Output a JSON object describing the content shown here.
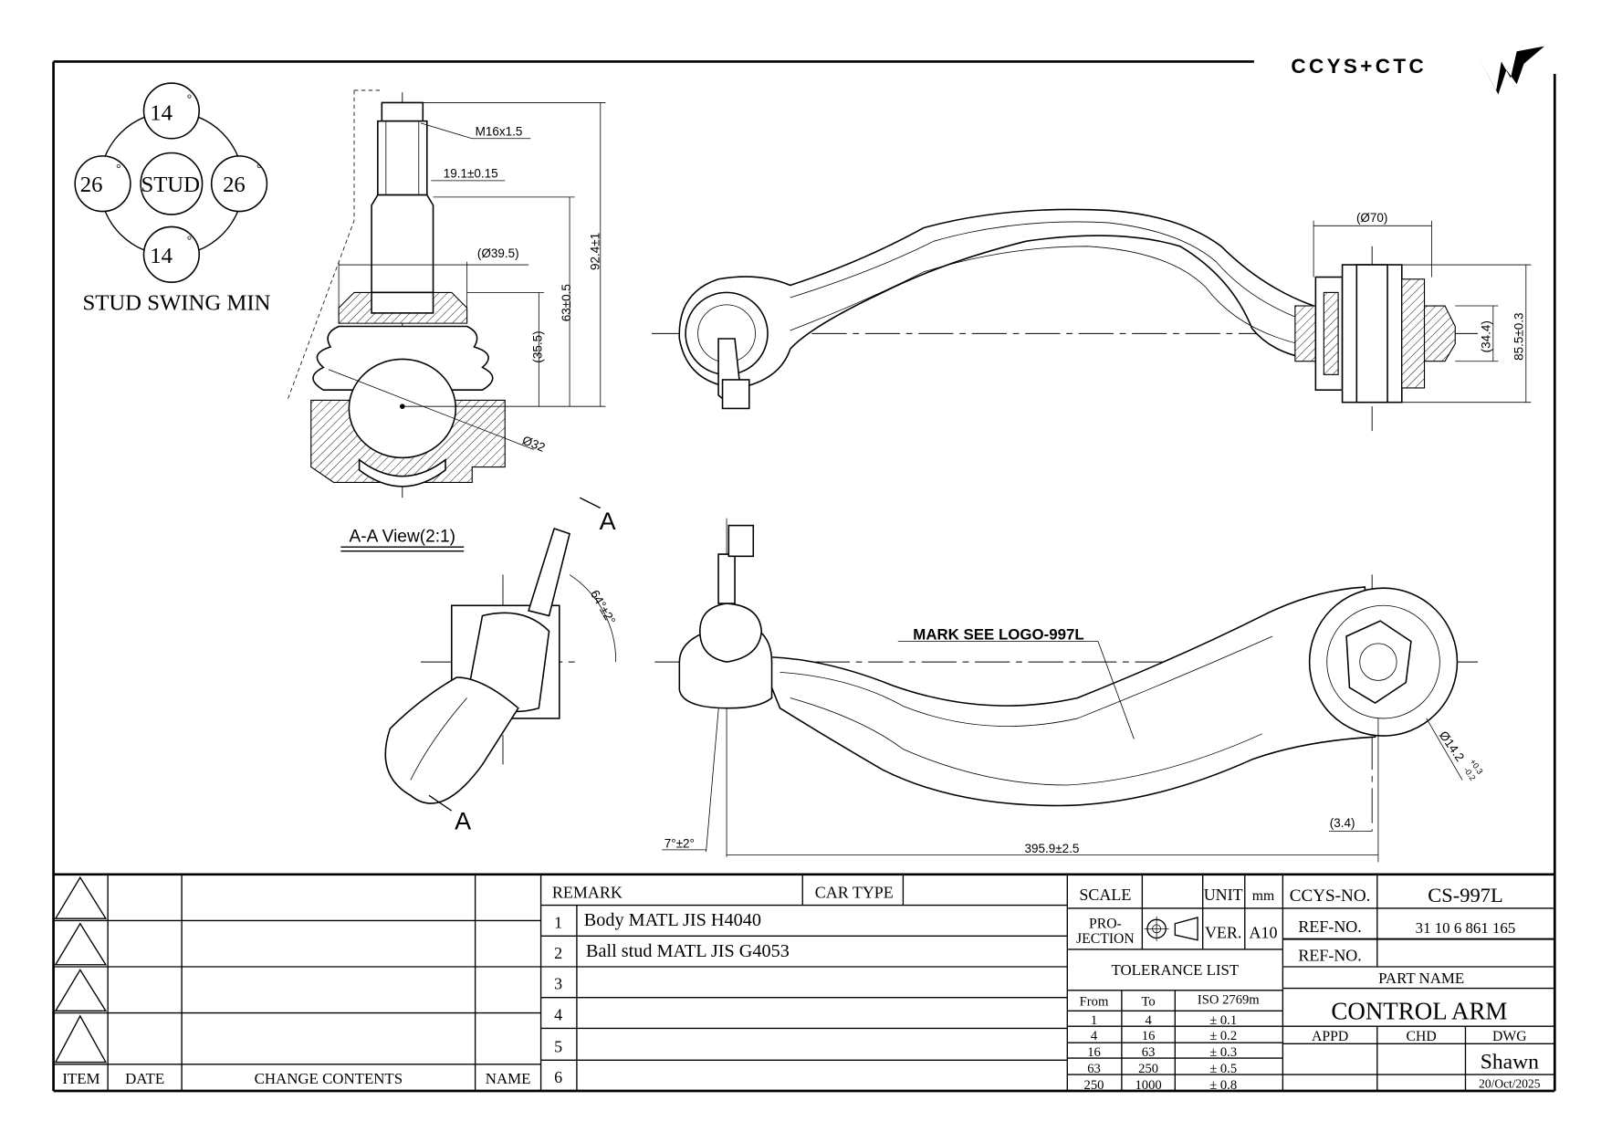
{
  "logo": {
    "text": "CCYS+CTC"
  },
  "stud_swing": {
    "center": "STUD",
    "top": "14",
    "bottom": "14",
    "left": "26",
    "right": "26",
    "degree": "°",
    "caption": "STUD SWING MIN"
  },
  "section_view": {
    "thread": "M16x1.5",
    "taper": "19.1±0.15",
    "boot_dia": "(Ø39.5)",
    "height_total": "92.4±1",
    "height_mid": "63±0.5",
    "height_low": "(35.5)",
    "ball_dia": "Ø32",
    "title": "A-A View(2:1)"
  },
  "top_view": {
    "bushing_dia": "(Ø70)",
    "bushing_inner": "(34.4)",
    "bushing_width": "85.5±0.3"
  },
  "side_view": {
    "section_mark": "A",
    "angle": "64°±2°",
    "mark_note": "MARK SEE LOGO-997L",
    "bore_dia": "Ø14.2",
    "bore_tol_plus": "+0.3",
    "bore_tol_minus": "-0.2",
    "offset": "(3.4)",
    "stud_angle": "7°±2°",
    "length": "395.9±2.5"
  },
  "revision_table": {
    "headers": [
      "ITEM",
      "DATE",
      "CHANGE CONTENTS",
      "NAME"
    ],
    "rows": 4
  },
  "remark_table": {
    "remark_label": "REMARK",
    "car_type_label": "CAR TYPE",
    "car_type_value": "",
    "rows": [
      {
        "no": "1",
        "text": "Body MATL JIS H4040"
      },
      {
        "no": "2",
        "text": "Ball stud MATL JIS G4053"
      },
      {
        "no": "3",
        "text": ""
      },
      {
        "no": "4",
        "text": ""
      },
      {
        "no": "5",
        "text": ""
      },
      {
        "no": "6",
        "text": ""
      }
    ]
  },
  "spec_block": {
    "scale_label": "SCALE",
    "scale_value": "",
    "unit_label": "UNIT",
    "unit_value": "mm",
    "projection_label_1": "PRO-",
    "projection_label_2": "JECTION",
    "version_label": "VER.",
    "version_value": "A10",
    "tolerance_title": "TOLERANCE LIST",
    "tolerance_headers": [
      "From",
      "To",
      "ISO 2769m"
    ],
    "tolerance_rows": [
      [
        "1",
        "4",
        "± 0.1"
      ],
      [
        "4",
        "16",
        "± 0.2"
      ],
      [
        "16",
        "63",
        "± 0.3"
      ],
      [
        "63",
        "250",
        "± 0.5"
      ],
      [
        "250",
        "1000",
        "± 0.8"
      ]
    ]
  },
  "title_block": {
    "ccys_no_label": "CCYS-NO.",
    "ccys_no": "CS-997L",
    "ref_no_label": "REF-NO.",
    "ref_no": "31 10 6 861 165",
    "ref_no2_label": "REF-NO.",
    "ref_no2": "",
    "part_name_label": "PART NAME",
    "part_name": "CONTROL ARM",
    "appd_label": "APPD",
    "chd_label": "CHD",
    "dwg_label": "DWG",
    "drawn_by": "Shawn",
    "date": "20/Oct/2025"
  }
}
